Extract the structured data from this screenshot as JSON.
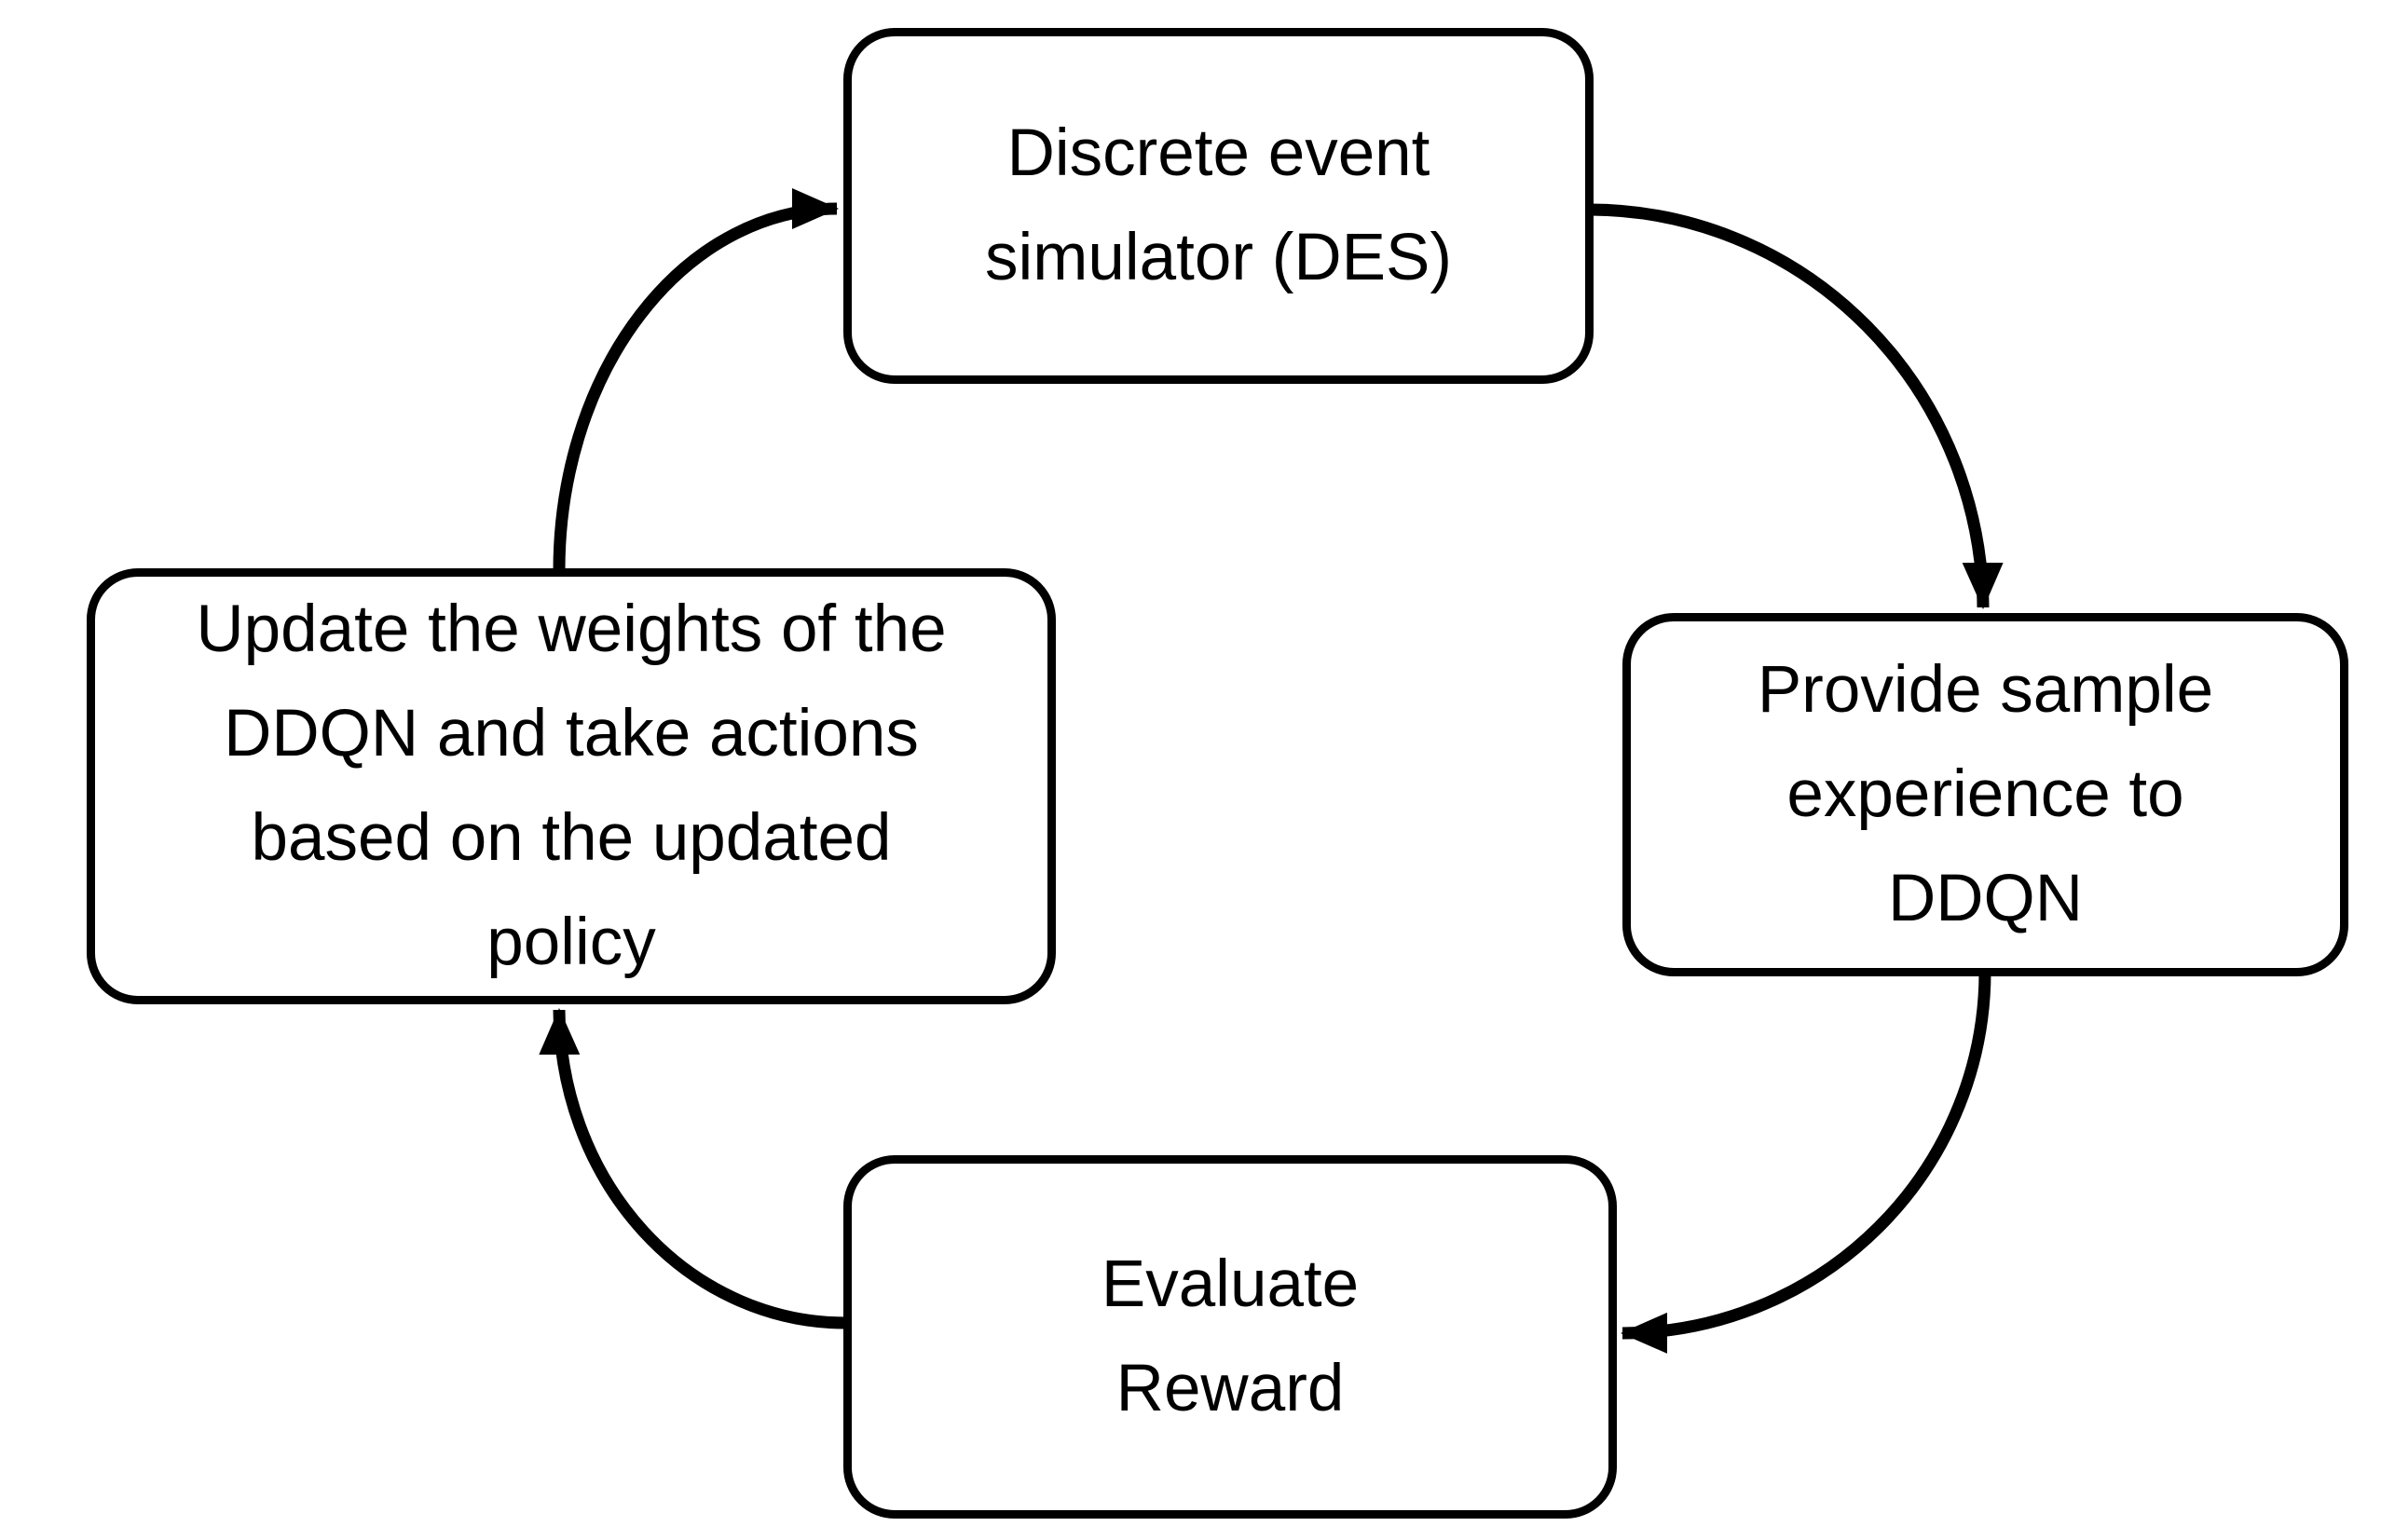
{
  "figure": {
    "type": "cycle-diagram",
    "flow": "clockwise",
    "background_color": "#ffffff",
    "node_fill_color": "#ffffff",
    "stroke_color": "#000000",
    "nodes": {
      "des": {
        "lines": [
          "Discrete event",
          "simulator (DES)"
        ],
        "position": "top"
      },
      "provide": {
        "lines": [
          "Provide sample",
          "experience to",
          "DDQN"
        ],
        "position": "right"
      },
      "evaluate": {
        "lines": [
          "Evaluate",
          "Reward"
        ],
        "position": "bottom"
      },
      "update": {
        "lines": [
          "Update the weights of the",
          "DDQN and take actions",
          "based on the updated",
          "policy"
        ],
        "position": "left"
      }
    },
    "edges": [
      {
        "from": "des",
        "to": "provide",
        "label": ""
      },
      {
        "from": "provide",
        "to": "evaluate",
        "label": ""
      },
      {
        "from": "evaluate",
        "to": "update",
        "label": ""
      },
      {
        "from": "update",
        "to": "des",
        "label": ""
      }
    ]
  }
}
